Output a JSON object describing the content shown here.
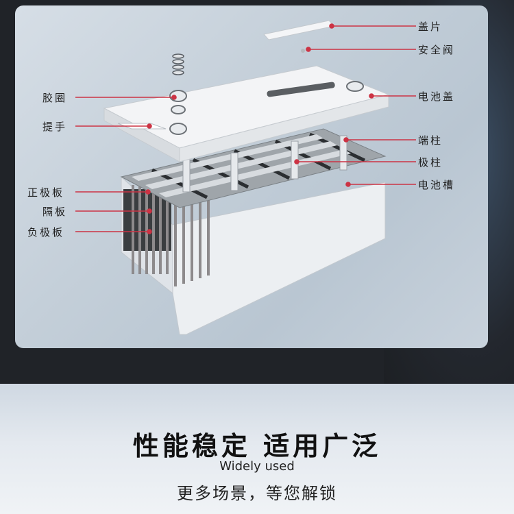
{
  "labels": {
    "cover_sheet": "盖片",
    "safety_valve": "安全阀",
    "battery_cover": "电池盖",
    "terminal": "端柱",
    "pole": "极柱",
    "battery_case": "电池槽",
    "gasket": "胶圈",
    "handle": "提手",
    "positive_plate": "正极板",
    "separator": "隔板",
    "negative_plate": "负极板"
  },
  "footer": {
    "headline": "性能稳定 适用广泛",
    "subtitle_en": "Widely used",
    "subtitle_cn": "更多场景，等您解锁"
  },
  "colors": {
    "leader_line": "#cc3344",
    "background_dark": "#202328",
    "panel": "#c8d2dc"
  }
}
